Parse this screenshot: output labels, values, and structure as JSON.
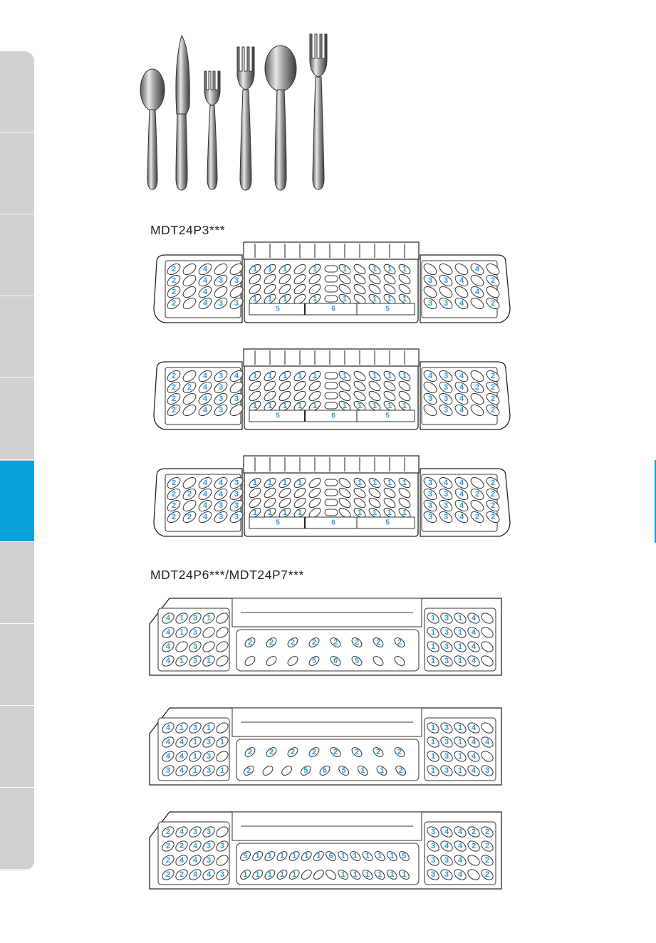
{
  "sections": [
    {
      "title": "MDT24P3***"
    },
    {
      "title": "MDT24P6***/MDT24P7***"
    }
  ],
  "sidebar": {
    "tab_count": 10,
    "active_index": 5
  },
  "colors": {
    "accent": "#0aa0dc",
    "label_blue": "#2d9ad6",
    "tab_grey": "#d1d1d2"
  },
  "cutlery_icons": [
    "teaspoon-icon",
    "knife-icon",
    "salad-fork-icon",
    "dinner-fork-icon",
    "soup-spoon-icon",
    "serving-fork-icon"
  ],
  "baskets_p3": [
    {
      "left": [
        [
          "2",
          "",
          "4",
          ""
        ],
        [
          "2",
          "",
          "4",
          "3",
          "3"
        ],
        [
          "2",
          "",
          "4",
          ""
        ],
        [
          "2",
          "",
          "4",
          "3",
          "3"
        ]
      ],
      "center": [
        [
          "1",
          "1",
          "1",
          "",
          "1",
          "",
          "1",
          "",
          "1",
          "1",
          "1"
        ],
        [
          "1",
          "1",
          "1",
          "",
          "1",
          "",
          "1",
          "",
          "1",
          "1",
          "1"
        ]
      ],
      "right": [
        [
          "",
          "",
          "",
          "4",
          "",
          "2"
        ],
        [
          "3",
          "3",
          "4",
          "",
          "2"
        ],
        [
          "",
          "",
          "",
          "4",
          "",
          "2"
        ],
        [
          "3",
          "3",
          "4",
          "",
          "2"
        ]
      ],
      "bottom": [
        "5",
        "6",
        "5"
      ]
    },
    {
      "left": [
        [
          "2",
          "",
          "4",
          "3",
          "4"
        ],
        [
          "2",
          "2",
          "4",
          "3",
          ""
        ],
        [
          "2",
          "",
          "4",
          "3",
          "3"
        ],
        [
          "2",
          "",
          "4",
          "3",
          ""
        ]
      ],
      "center": [
        [
          "1",
          "1",
          "1",
          "1",
          "1",
          "",
          "1",
          "",
          "1",
          "1",
          "1"
        ],
        [
          "1",
          "1",
          "1",
          "1",
          "1",
          "",
          "1",
          "1",
          "1",
          "1",
          "1"
        ]
      ],
      "right": [
        [
          "4",
          "3",
          "4",
          "",
          "2"
        ],
        [
          "",
          "3",
          "4",
          "2",
          "2"
        ],
        [
          "3",
          "3",
          "4",
          "",
          "2"
        ],
        [
          "",
          "3",
          "4",
          "",
          "2"
        ]
      ],
      "bottom": [
        "5",
        "6",
        "5"
      ]
    },
    {
      "left": [
        [
          "2",
          "",
          "4",
          "4",
          "3"
        ],
        [
          "2",
          "2",
          "4",
          "4",
          "3"
        ],
        [
          "2",
          "",
          "4",
          "3",
          "3"
        ],
        [
          "2",
          "2",
          "4",
          "3",
          "3"
        ]
      ],
      "center": [
        [
          "1",
          "1",
          "1",
          "1",
          "",
          "1",
          "",
          "1",
          "1",
          "1",
          "1"
        ],
        [
          "1",
          "1",
          "1",
          "1",
          "",
          "1",
          "",
          "1",
          "1",
          "1",
          "1"
        ]
      ],
      "right": [
        [
          "3",
          "4",
          "4",
          "",
          "2"
        ],
        [
          "3",
          "3",
          "4",
          "2",
          "2"
        ],
        [
          "3",
          "3",
          "4",
          "",
          "2"
        ],
        [
          "3",
          "3",
          "4",
          "2",
          "2"
        ]
      ],
      "bottom": [
        "5",
        "6",
        "5"
      ]
    }
  ],
  "baskets_p6": [
    {
      "left": [
        [
          "4",
          "1",
          "3",
          "1"
        ],
        [
          "4",
          "1",
          "3",
          ""
        ],
        [
          "4",
          "",
          "3",
          ""
        ],
        [
          "4",
          "1",
          "3",
          "1"
        ]
      ],
      "center_top": [
        "2",
        "2",
        "2",
        "2",
        "2",
        "2",
        "2",
        "2"
      ],
      "center_bottom": [
        "",
        "",
        "",
        "5",
        "6",
        "5",
        "",
        ""
      ],
      "right": [
        [
          "1",
          "3",
          "1",
          "4"
        ],
        [
          "1",
          "3",
          "1",
          "4"
        ],
        [
          "1",
          "3",
          "1",
          "4"
        ],
        [
          "1",
          "3",
          "1",
          "4"
        ]
      ]
    },
    {
      "left": [
        [
          "4",
          "1",
          "3",
          "1"
        ],
        [
          "4",
          "4",
          "1",
          "3",
          "1"
        ],
        [
          "4",
          "4",
          "1",
          "3",
          ""
        ],
        [
          "3",
          "4",
          "1",
          "3",
          "1"
        ]
      ],
      "center_top": [
        "2",
        "2",
        "2",
        "2",
        "2",
        "2",
        "2",
        "2"
      ],
      "center_bottom": [
        "2",
        "",
        "",
        "5",
        "6",
        "5",
        "1",
        "1",
        "2"
      ],
      "right": [
        [
          "1",
          "3",
          "1",
          "4"
        ],
        [
          "1",
          "3",
          "1",
          "4",
          "4"
        ],
        [
          "1",
          "3",
          "1",
          "4",
          ""
        ],
        [
          "1",
          "3",
          "1",
          "4",
          "3"
        ]
      ]
    },
    {
      "left": [
        [
          "2",
          "4",
          "3",
          "3"
        ],
        [
          "2",
          "2",
          "4",
          "3",
          "3"
        ],
        [
          "2",
          "4",
          "4",
          "3"
        ],
        [
          "2",
          "2",
          "4",
          "4",
          "3"
        ]
      ],
      "center_top": [
        "5",
        "1",
        "1",
        "1",
        "1",
        "1",
        "1",
        "6",
        "1",
        "1",
        "1",
        "1",
        "1",
        "5"
      ],
      "center_bottom": [
        "1",
        "1",
        "1",
        "1",
        "1",
        "",
        "",
        "",
        "1",
        "1",
        "1",
        "1",
        "1",
        "1"
      ],
      "right": [
        [
          "3",
          "4",
          "4",
          "2",
          "2"
        ],
        [
          "3",
          "4",
          "4",
          "2",
          "2"
        ],
        [
          "3",
          "3",
          "4",
          "",
          "2"
        ],
        [
          "3",
          "3",
          "4",
          "",
          "2"
        ]
      ]
    }
  ]
}
